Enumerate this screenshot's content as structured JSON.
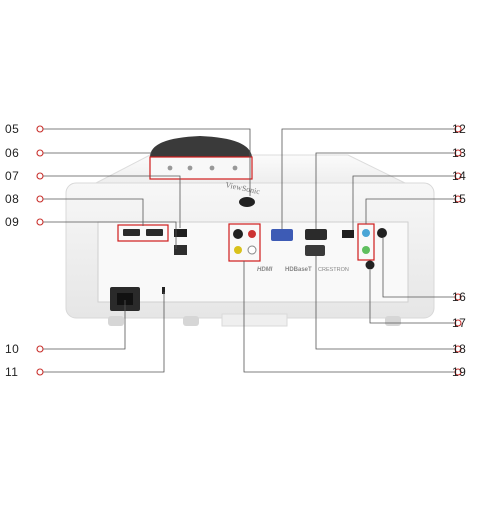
{
  "callouts": {
    "left": [
      "05",
      "06",
      "07",
      "08",
      "09",
      "10",
      "11"
    ],
    "right": [
      "12",
      "13",
      "14",
      "15",
      "16",
      "17",
      "18",
      "19"
    ]
  },
  "device": {
    "brand": "ViewSonic",
    "logos": [
      "HDMI",
      "HDBaseT",
      "CRESTRON"
    ]
  },
  "colors": {
    "callout_circle": "#c9302c",
    "highlight_box": "#d01c1c",
    "leader_line": "#555555",
    "body": "#f4f4f4"
  }
}
